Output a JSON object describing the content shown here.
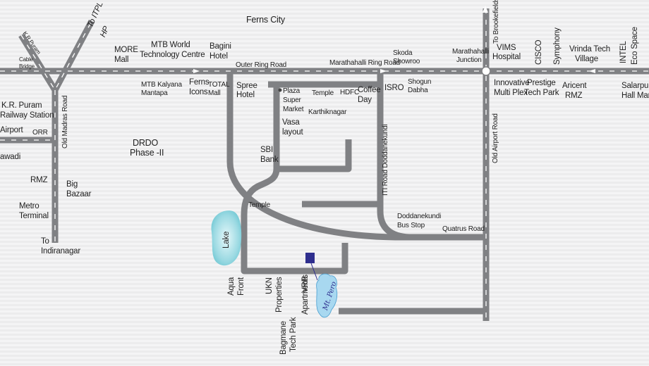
{
  "colors": {
    "road": "#808184",
    "road_dash": "#ffffff",
    "lake": "#7fd0da",
    "project": "#2e2e8e",
    "bubble": "#a8d8f0"
  },
  "icons": [
    "lake-icon",
    "project-marker-icon",
    "landmark-dot-icon",
    "junction-icon"
  ],
  "labels": {
    "ferns_city": "Ferns City",
    "to_itpl": "To ITPL",
    "hp": "HP",
    "kr_puram_top": "K.R.Puram",
    "cable_bridge_1": "Cable",
    "cable_bridge_2": "Bridge",
    "more_mall_1": "MORE",
    "more_mall_2": "Mall",
    "mtb_world_1": "MTB World",
    "mtb_world_2": "Technology Centre",
    "bagini_1": "Bagini",
    "bagini_2": "Hotel",
    "outer_ring_road": "Outer Ring Road",
    "marathahalli_ring_road": "Marathahalli Ring Road",
    "skoda_1": "Skoda",
    "skoda_2": "Showroo",
    "marathahalli_junction_1": "Marathahalli",
    "marathahalli_junction_2": "Junction",
    "to_brookefields": "To Brookefields",
    "vims_1": "VIMS",
    "vims_2": "Hospital",
    "cisco": "CISCO",
    "symphony": "Symphony",
    "vrinda_1": "Vrinda Tech",
    "vrinda_2": "Village",
    "intel_1": "INTEL",
    "intel_2": "Eco Space",
    "mtb_kalyana_1": "MTB Kalyana",
    "mtb_kalyana_2": "Mantapa",
    "ferns_icons_1": "Ferns",
    "ferns_icons_2": "Icons",
    "total_mall_1": "TOTAL",
    "total_mall_2": "Mall",
    "spree_1": "Spree",
    "spree_2": "Hotel",
    "plaza_1": "Plaza",
    "plaza_2": "Super",
    "plaza_3": "Market",
    "temple_1": "Temple",
    "hdfc": "HDFC",
    "coffee_1": "Coffee",
    "coffee_2": "Day",
    "isro": "ISRO",
    "shogun_1": "Shogun",
    "shogun_2": "Dabha",
    "innovative_1": "Innovative",
    "innovative_2": "Multi Plex",
    "prestige_1": "Prestige",
    "prestige_2": "Tech Park",
    "aricent_1": "Aricent",
    "aricent_2": "RMZ",
    "salarpuria_1": "Salarpuria",
    "salarpuria_2": "Hall Mark",
    "kr_puram_1": "K.R. Puram",
    "kr_puram_2": "Railway Station",
    "airport": "Airport",
    "orr": "ORR",
    "awadi": "awadi",
    "old_madras_road": "Old Madras Road",
    "karthiknagar": "Karthiknagar",
    "vasa_1": "Vasa",
    "vasa_2": "layout",
    "drdo_1": "DRDO",
    "drdo_2": "Phase -II",
    "sbi_1": "SBI",
    "sbi_2": "Bank",
    "iti_road": "ITI Road Doddanekundi",
    "old_airport_road": "Old Airport Road",
    "rmz": "RMZ",
    "big_bazaar_1": "Big",
    "big_bazaar_2": "Bazaar",
    "temple_2": "Temple",
    "metro_1": "Metro",
    "metro_2": "Terminal",
    "doddanekundi_1": "Doddanekundi",
    "doddanekundi_2": "Bus Stop",
    "quatrus_road": "Quatrus Road",
    "lake": "Lake",
    "to_indiranagar_1": "To",
    "to_indiranagar_2": "Indiranagar",
    "aqua_1": "Aqua",
    "aqua_2": "Front",
    "ukn_1": "UKN",
    "ukn_2": "Properties",
    "vrr_1": "VRR",
    "vrr_2": "Apartments",
    "bagmane_1": "Bagmane",
    "bagmane_2": "Tech Park",
    "project_name": "Mt. Pero"
  }
}
